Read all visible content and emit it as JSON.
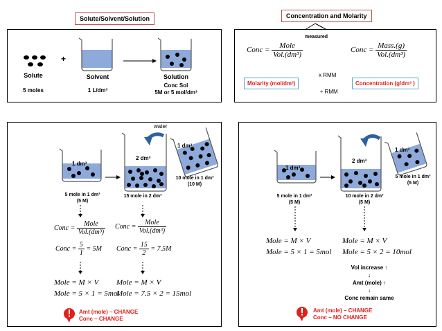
{
  "top_left": {
    "title": "Solute/Solvent/Solution",
    "solute_label": "Solute",
    "solute_amount": "5 moles",
    "plus": "+",
    "solvent_label": "Solvent",
    "solvent_amount": "1 L/dm³",
    "solution_label": "Solution",
    "solution_line1": "Conc Sol",
    "solution_line2": "5M or 5 mol/dm³"
  },
  "top_right": {
    "title": "Concentration and Molarity",
    "measured": "measured",
    "conc_lhs": "Conc =",
    "mole": "Mole",
    "vol": "Vol.(dm³)",
    "mass": "Mass.(g)",
    "molarity_label": "Molarity (mol/dm³)",
    "concentration_label": "Concentration (g/dm³ )",
    "times_rmm": "x  RMM",
    "div_rmm": "÷ RMM"
  },
  "bottom_left": {
    "water": "water",
    "dm3_1": "1 dm³",
    "dm3_2": "2 dm³",
    "dm3_3": "1 dm³",
    "caption1": "5 mole in 1 dm³",
    "caption1b": "(5 M)",
    "caption2": "15 mole in 2 dm³",
    "caption3": "10 mole in 1 dm³",
    "caption3b": "(10 M)",
    "conc_lhs": "Conc =",
    "mole": "Mole",
    "vol": "Vol.(dm³)",
    "calc1_num": "5",
    "calc1_den": "1",
    "calc1_res": "= 5M",
    "calc2_num": "15",
    "calc2_den": "2",
    "calc2_res": "= 7.5M",
    "mole_eq": "Mole = M × V",
    "mole_calc1": "Mole = 5 × 1 = 5mol",
    "mole_calc2": "Mole = 7.5 × 2 = 15mol",
    "note1": "Amt (mole) – CHANGE",
    "note2": "Conc – CHANGE"
  },
  "bottom_right": {
    "dm3_1": "1 dm³",
    "dm3_2": "2 dm³",
    "dm3_3": "1 dm³",
    "caption1": "5 mole in 1 dm³",
    "caption1b": "(5 M)",
    "caption2": "10 mole in 2 dm³",
    "caption2b": "(5 M)",
    "caption3": "5 mole in 1 dm³",
    "caption3b": "(5 M)",
    "mole_eq": "Mole = M × V",
    "mole_calc1": "Mole = 5 × 1 = 5mol",
    "mole_calc2": "Mole = 5 × 2 = 10mol",
    "vol_increase": "Vol increase ↑",
    "amt_mole": "Amt (mole) ↑",
    "conc_same": "Conc remain same",
    "note1": "Amt (mole) – CHANGE",
    "note2": "Conc – NO CHANGE"
  },
  "colors": {
    "accent_red": "#e0201c",
    "title_border": "#c0504d",
    "water_blue": "#8eaadb",
    "pill_border": "#4bacc6"
  }
}
